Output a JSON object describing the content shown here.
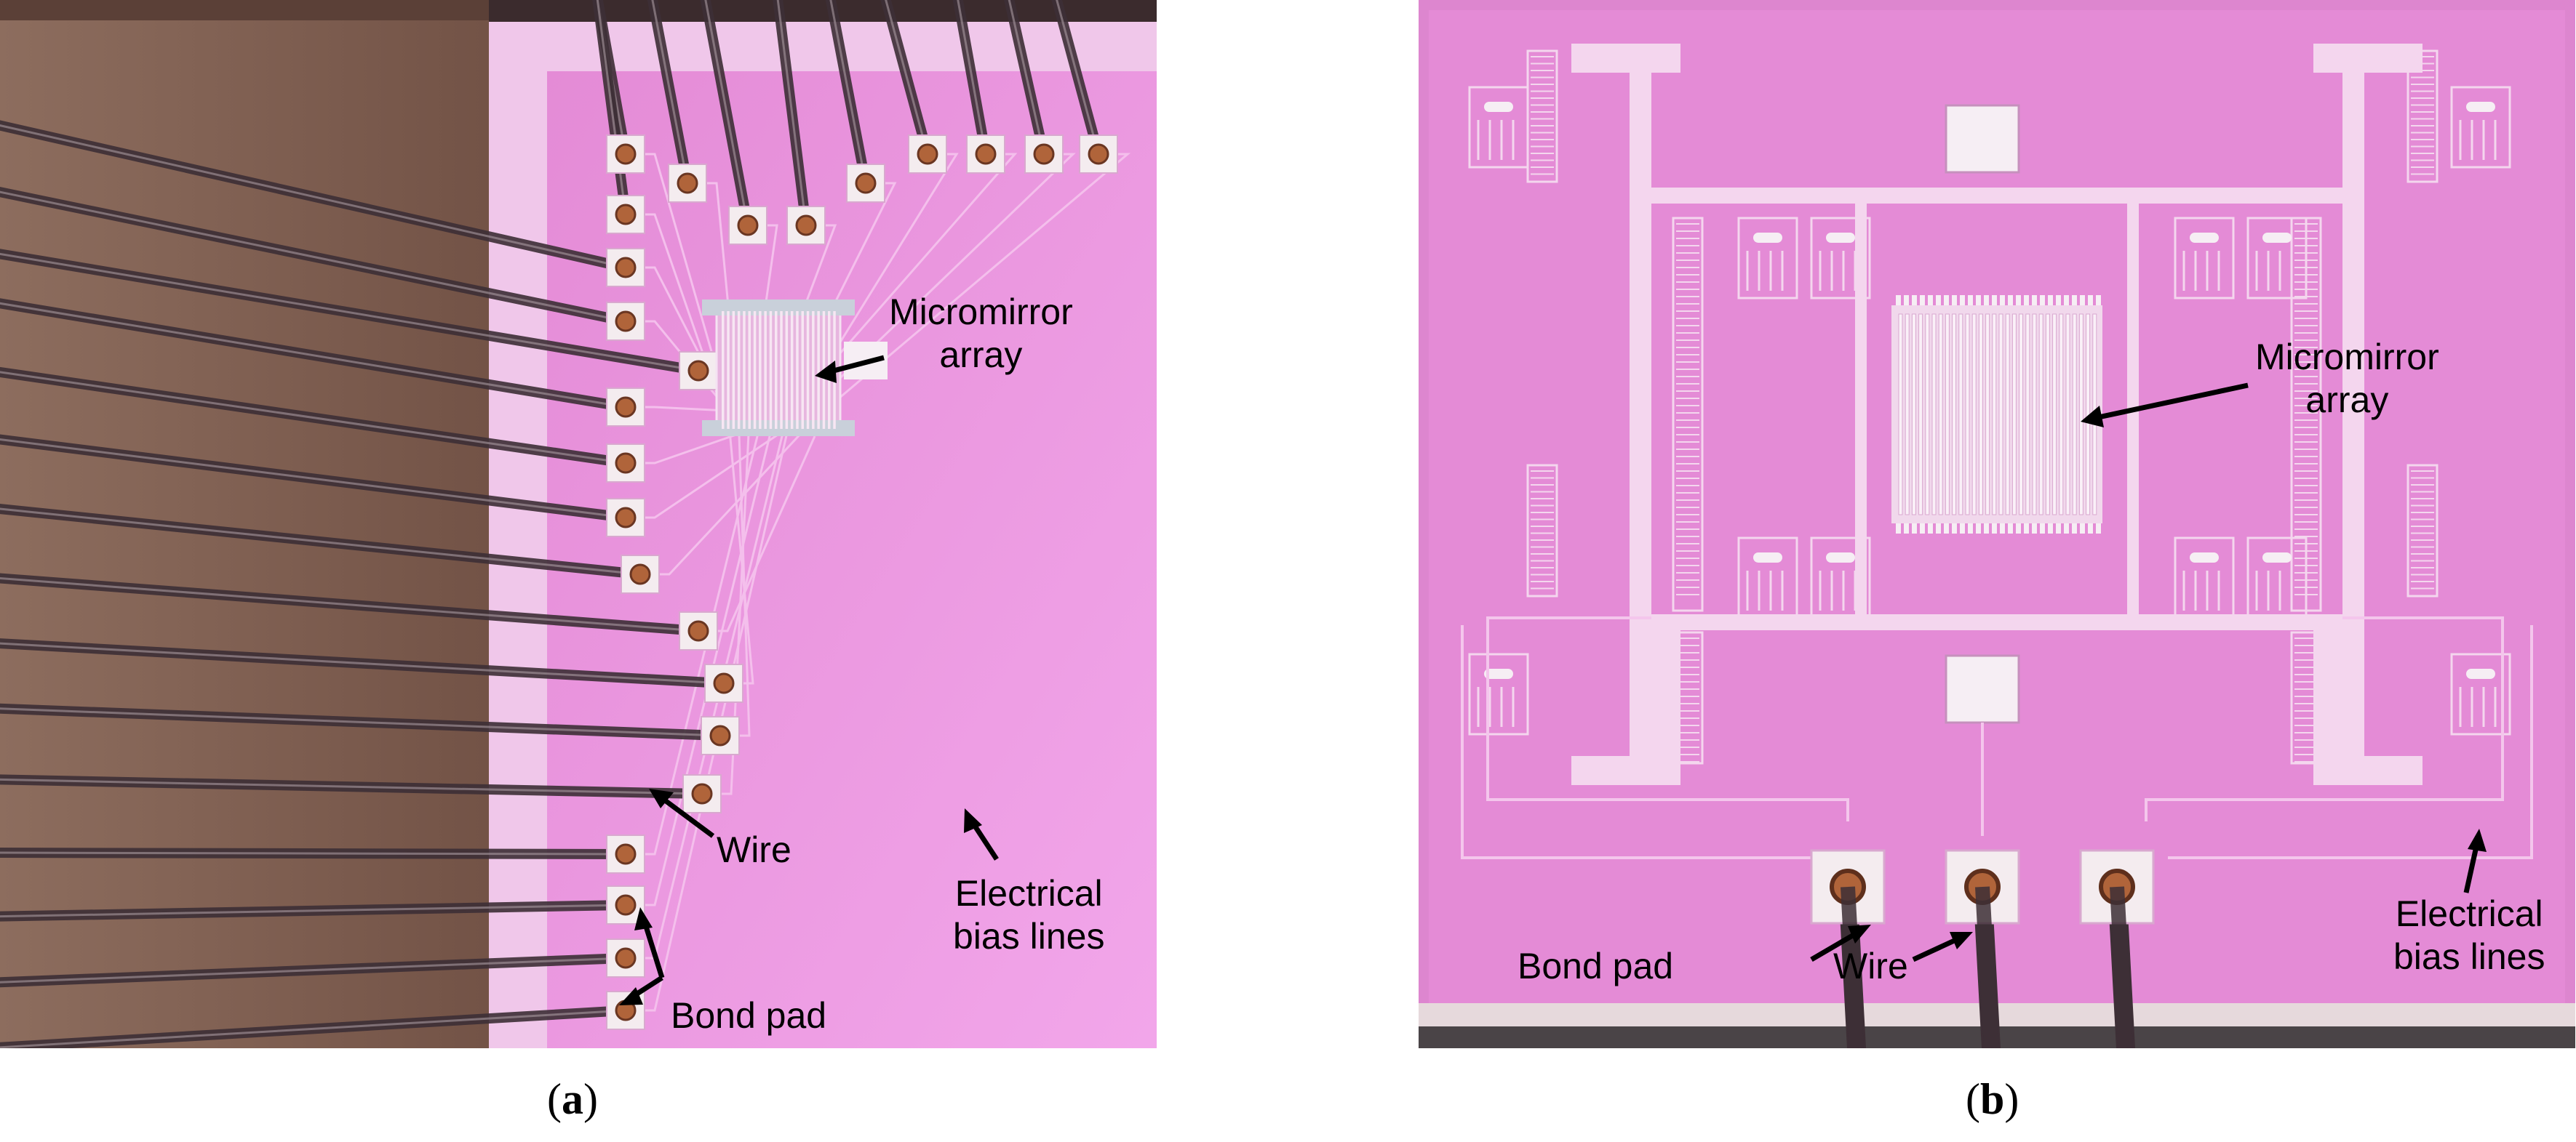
{
  "panel_a": {
    "caption": {
      "open": "(",
      "letter": "a",
      "close": ")"
    },
    "labels": {
      "micromirror_array": "Micromirror\narray",
      "wire": "Wire",
      "electrical_bias_lines": "Electrical\nbias lines",
      "bond_pad": "Bond pad"
    }
  },
  "panel_b": {
    "caption": {
      "open": "(",
      "letter": "b",
      "close": ")"
    },
    "labels": {
      "micromirror_array": "Micromirror\narray",
      "bond_pad": "Bond pad",
      "wire": "Wire",
      "electrical_bias_lines": "Electrical\nbias lines"
    }
  },
  "colors": {
    "chip_pink": "#e98ad9",
    "chip_border": "#f3c6ee",
    "pad_metal": "#f4ecef",
    "pad_core": "#b0643a",
    "wire_dark": "#3d2f36",
    "background_brown": "#7b5a4a",
    "structure_light": "#f6dcf0"
  }
}
